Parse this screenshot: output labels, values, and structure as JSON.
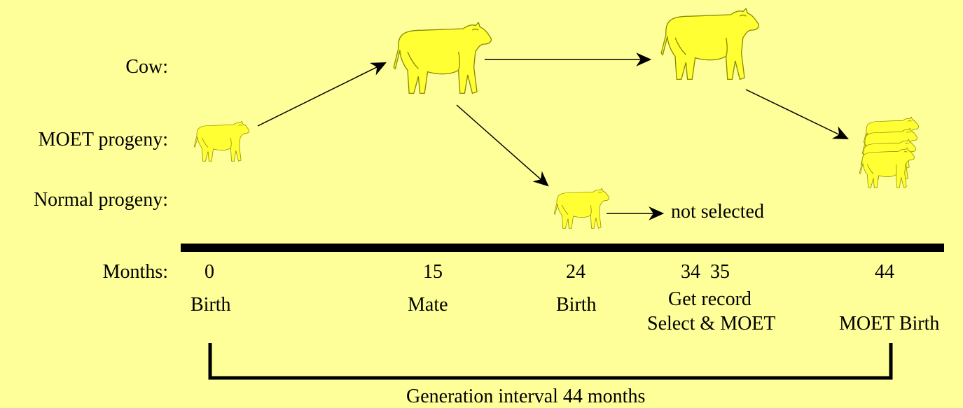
{
  "rows": {
    "cow": "Cow:",
    "moet_progeny": "MOET progeny:",
    "normal_progeny": "Normal progeny:",
    "months": "Months:"
  },
  "months": [
    {
      "value": "0",
      "event": "Birth"
    },
    {
      "value": "15",
      "event": "Mate"
    },
    {
      "value": "24",
      "event": "Birth"
    },
    {
      "value": "34  35",
      "event": "Get record",
      "event2": "Select & MOET"
    },
    {
      "value": "44",
      "event": "MOET Birth"
    }
  ],
  "not_selected": "not selected",
  "generation_interval": "Generation interval 44 months",
  "colors": {
    "background": "#ffff99",
    "cow_fill": "#ffff33",
    "line": "#000000"
  }
}
